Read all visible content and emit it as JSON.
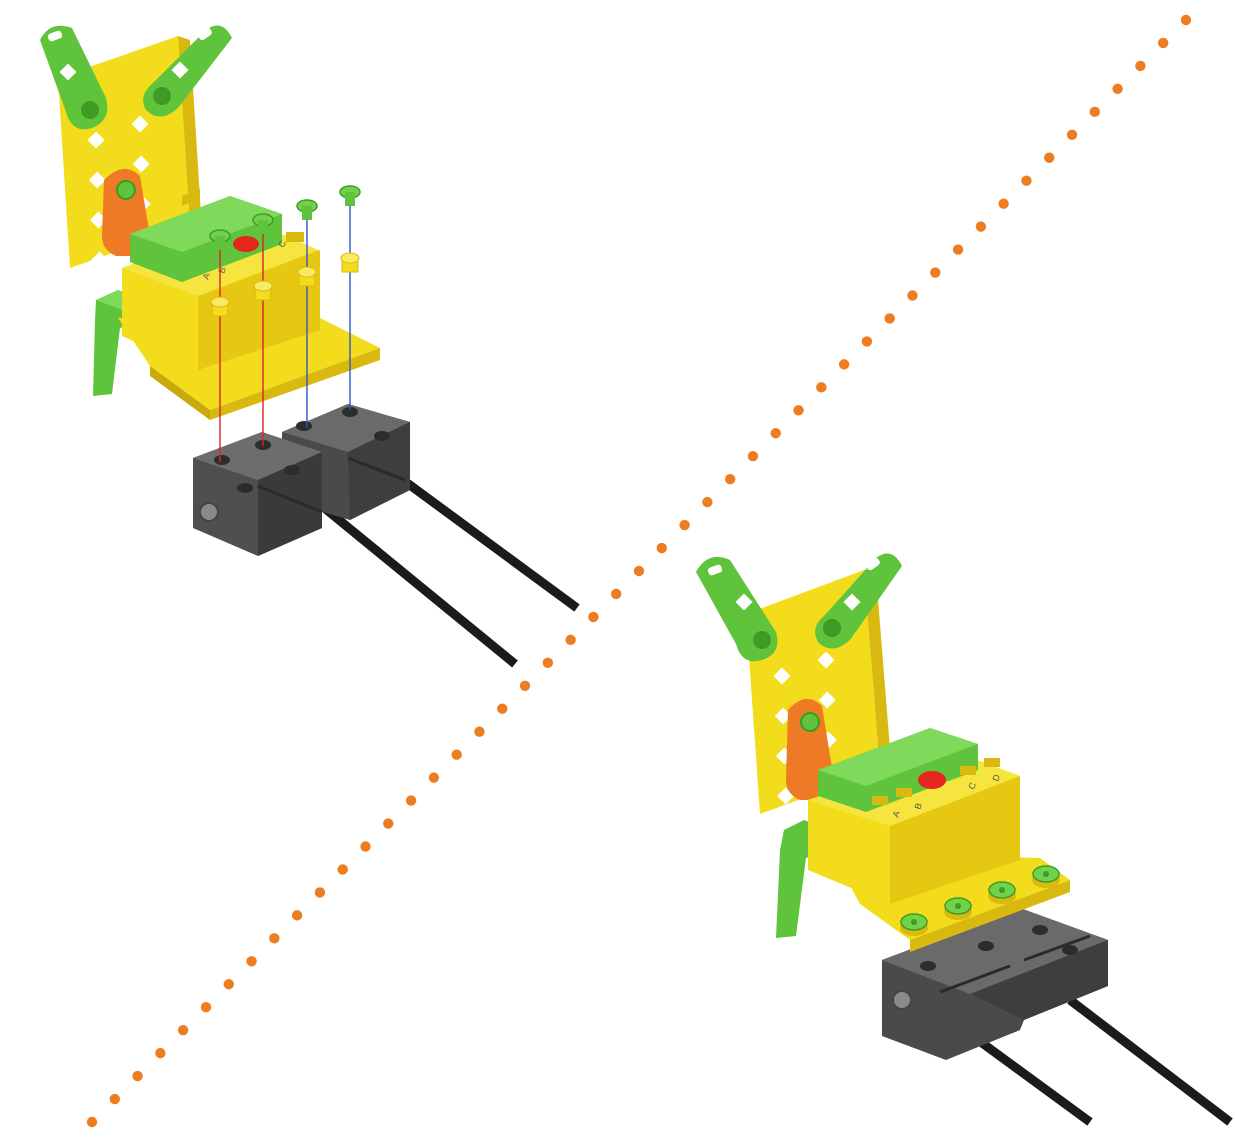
{
  "diagram": {
    "kind": "assembly-instruction",
    "colors": {
      "background": "#ffffff",
      "plate_yellow": "#f2dc1c",
      "plate_yellow_shadow": "#d9b90f",
      "bracket_green": "#5fc43b",
      "bracket_green_dark": "#3f9a26",
      "screw_green": "#6fd24a",
      "orange_part": "#ee7a26",
      "block_gray": "#5b5b5b",
      "block_gray_dark": "#3e3e3e",
      "button_red": "#e5261e",
      "guide_red": "#d9232a",
      "guide_blue": "#2a57c6",
      "divider_orange": "#ee7d22",
      "rod_black": "#1b1b1b"
    },
    "steps": [
      {
        "id": "exploded-view",
        "port_labels": [
          "A",
          "B",
          "C"
        ],
        "screws": 4,
        "guide_lines": [
          "red",
          "red",
          "blue",
          "blue"
        ]
      },
      {
        "id": "assembled-view",
        "port_labels": [
          "A",
          "B",
          "C",
          "D"
        ],
        "screws": 4
      }
    ],
    "divider": {
      "style": "dotted",
      "icon": "dotted-divider-line"
    }
  }
}
